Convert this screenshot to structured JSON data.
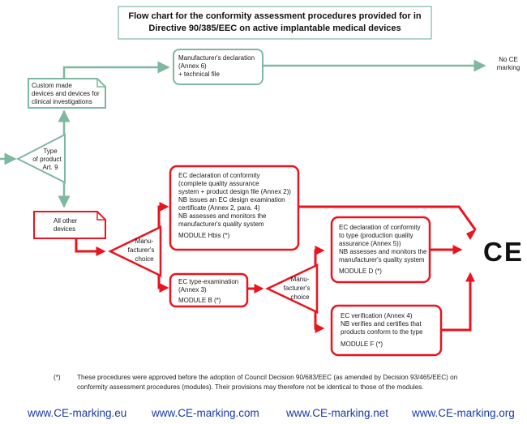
{
  "title": {
    "lines": [
      "Flow chart for the conformity assessment procedures provided for in",
      "Directive 90/385/EEC on active implantable medical devices"
    ]
  },
  "nodes": {
    "manufacturers_declaration": [
      "Manufacturer's declaration",
      "(Annex 6)",
      "+ technical file"
    ],
    "no_ce_marking": [
      "No CE",
      "marking"
    ],
    "custom_made": [
      "Custom made",
      "devices and devices for",
      "clinical investigations"
    ],
    "type_of_product": [
      "Type",
      "of product",
      "Art. 9"
    ],
    "all_other_devices": [
      "All other",
      "devices"
    ],
    "manufacturers_choice_1": [
      "Manu-",
      "facturer's",
      "choice"
    ],
    "ec_declaration_full": [
      "EC declaration of conformity",
      "(complete quality assurance",
      "system + product design file (Annex 2))",
      "NB issues an EC design examination",
      "certificate (Annex 2, para. 4)",
      "NB assesses and monitors the",
      "manufacturer's quality system",
      "",
      "MODULE Hbis (*)"
    ],
    "ec_type_examination": [
      "EC type-examination",
      "(Annex 3)",
      "",
      "MODULE B (*)"
    ],
    "manufacturers_choice_2": [
      "Manu-",
      "facturer's",
      "choice"
    ],
    "ec_declaration_type": [
      "EC declaration of conformity",
      "to type (production quality",
      "assurance (Annex 5))",
      "NB assesses and monitors the",
      "manufacturer's quality system",
      "",
      "MODULE D (*)"
    ],
    "ec_verification": [
      "EC verification (Annex 4)",
      "NB verifies and certifies that",
      "products conform to the type",
      "",
      "MODULE F (*)"
    ],
    "ce_mark": "CE"
  },
  "footnote": {
    "marker": "(*)",
    "lines": [
      "These procedures were approved before the adoption of Council Decision 90/683/EEC (as amended by Decision 93/465/EEC) on",
      "conformity assessment procedures (modules). Their provisions may therefore not be identical to those of the modules."
    ]
  },
  "links": [
    "www.CE-marking.eu",
    "www.CE-marking.com",
    "www.CE-marking.net",
    "www.CE-marking.org"
  ],
  "colors": {
    "green": "#7fb8a0",
    "red": "#e8141f",
    "link": "#1a3aa8"
  }
}
